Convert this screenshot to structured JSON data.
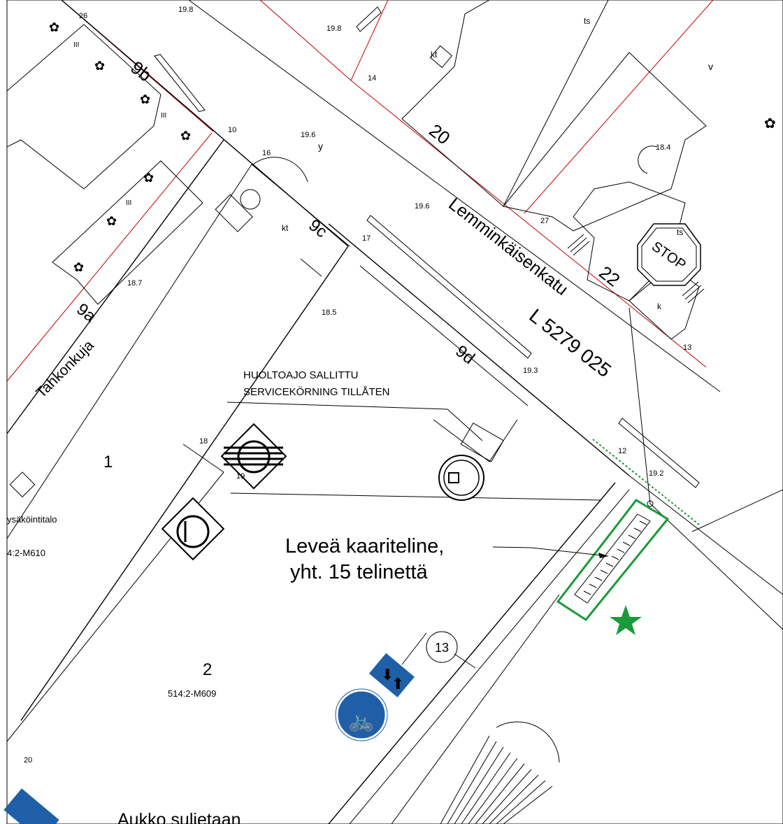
{
  "colors": {
    "line": "#000000",
    "property_line": "#c00000",
    "highlight": "#1a9a3a",
    "sign_blue": "#1f5fa8"
  },
  "icons": [
    "tree-icon",
    "stop-sign-icon",
    "no-entry-sign-icon",
    "no-stopping-sign-icon",
    "cycle-path-sign-icon",
    "priority-lanes-sign-icon",
    "star-icon",
    "green-marker-icon"
  ],
  "streets": {
    "main": "Lemminkäisenkatu",
    "side": "Tahkonkuja"
  },
  "blocks": {
    "b9b": "9b",
    "b9c": "9c",
    "b9d": "9d",
    "b9a": "9a",
    "b20": "20",
    "b22": "22"
  },
  "lots": {
    "lot1": "1",
    "lot2": "2",
    "lot2_code": "514:2-M609",
    "lot1_name": "ysäköintitalo",
    "lot1_code": "4:2-M610"
  },
  "elevations": [
    "19.8",
    "19.8",
    "19.6",
    "19.6",
    "18.7",
    "18.5",
    "19.3",
    "19.2",
    "18.4"
  ],
  "numbers": [
    "26",
    "14",
    "10",
    "16",
    "17",
    "27",
    "13",
    "12",
    "18",
    "19",
    "20"
  ],
  "marks": {
    "ts1": "ts",
    "ts2": "ts",
    "kt1": "kt",
    "kt2": "kt",
    "y": "y",
    "v": "v",
    "k": "k",
    "roman1": "III",
    "roman2": "III",
    "roman3": "III"
  },
  "stop_sign": "STOP",
  "reference_code": "L 5279 025",
  "notes": {
    "service_line1": "HUOLTOAJO SALLITTU",
    "service_line2": "SERVICEKÖRNING TILLÅTEN",
    "rack_line1": "Leveä kaariteline,",
    "rack_line2": "yht. 15 telinettä",
    "closing": "Aukko suljetaan"
  },
  "callout_number": "13"
}
